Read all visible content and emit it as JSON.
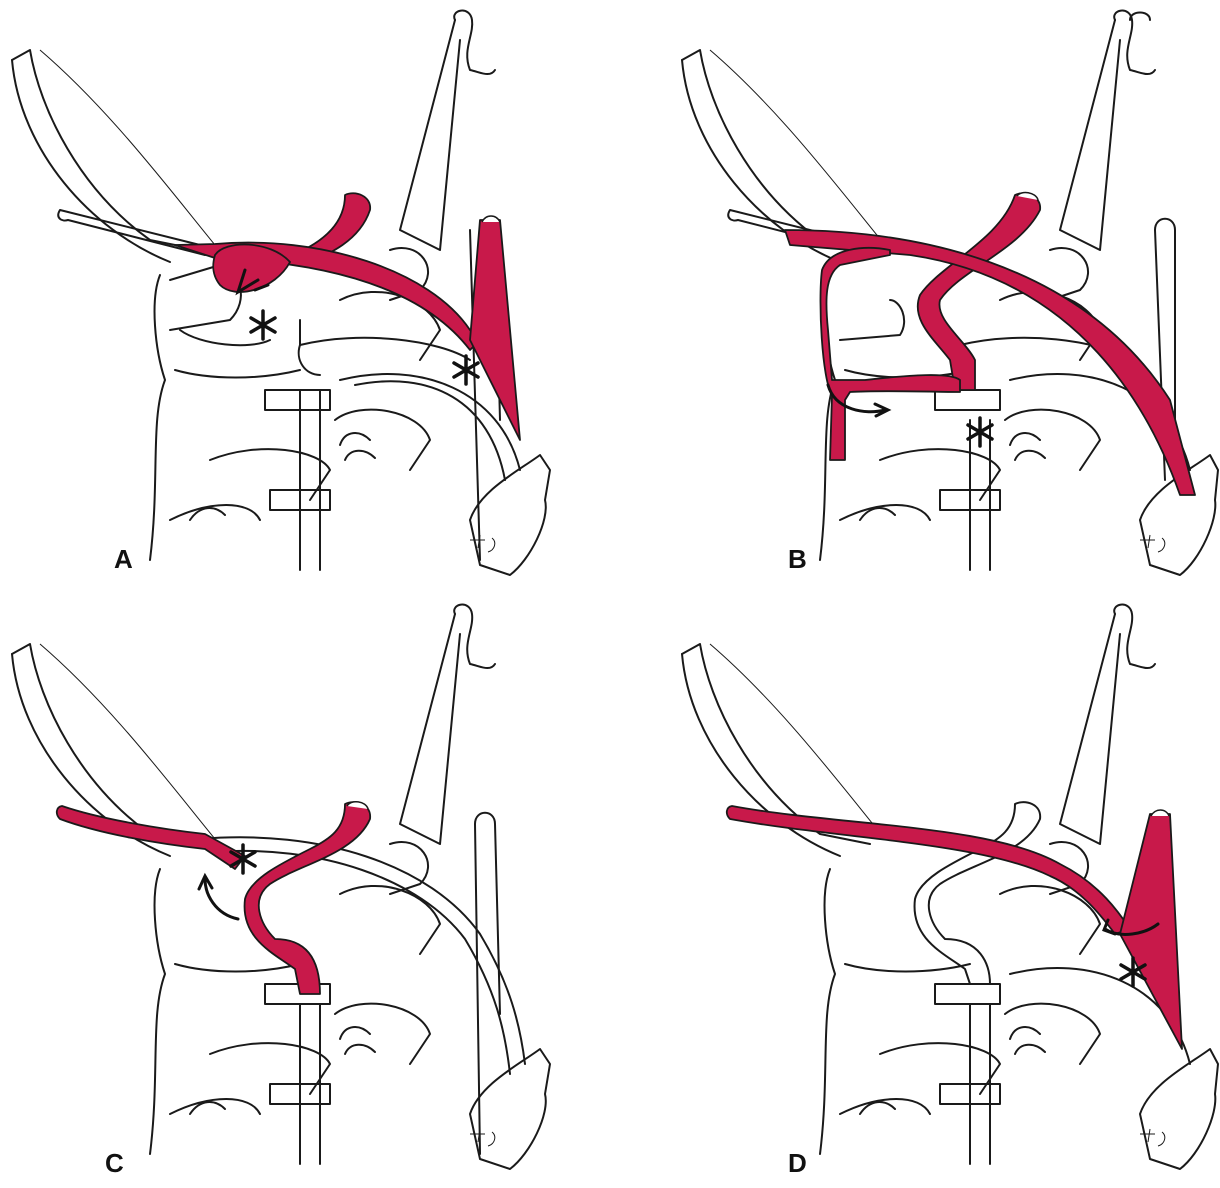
{
  "colors": {
    "highlight": "#c8194a",
    "outline": "#1a1a1a",
    "background": "#ffffff"
  },
  "panels": [
    {
      "label": "A",
      "highlighted": [
        "upper-hook",
        "rising-vessel",
        "long-arch",
        "right-trunk"
      ],
      "markers": 2
    },
    {
      "label": "B",
      "highlighted": [
        "s-loop",
        "left-detour",
        "long-arch"
      ],
      "markers": 1
    },
    {
      "label": "C",
      "highlighted": [
        "s-loop",
        "left-limb"
      ],
      "markers": 1
    },
    {
      "label": "D",
      "highlighted": [
        "long-arch",
        "right-trunk"
      ],
      "markers": 1
    }
  ]
}
